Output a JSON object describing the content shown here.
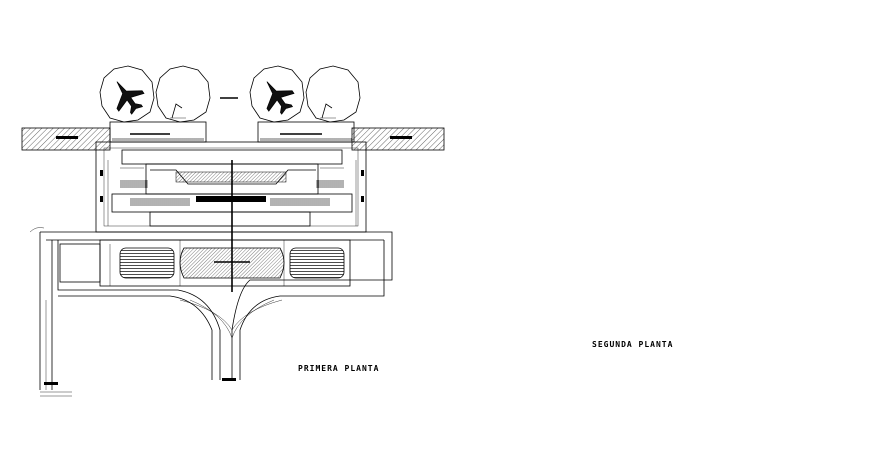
{
  "labels": {
    "first_floor": "PRIMERA PLANTA",
    "second_floor": "SEGUNDA PLANTA"
  },
  "icons": {
    "aircraft": "airplane-icon",
    "hatch": "hatch-pattern"
  },
  "colors": {
    "line": "#000000",
    "background": "#ffffff"
  }
}
